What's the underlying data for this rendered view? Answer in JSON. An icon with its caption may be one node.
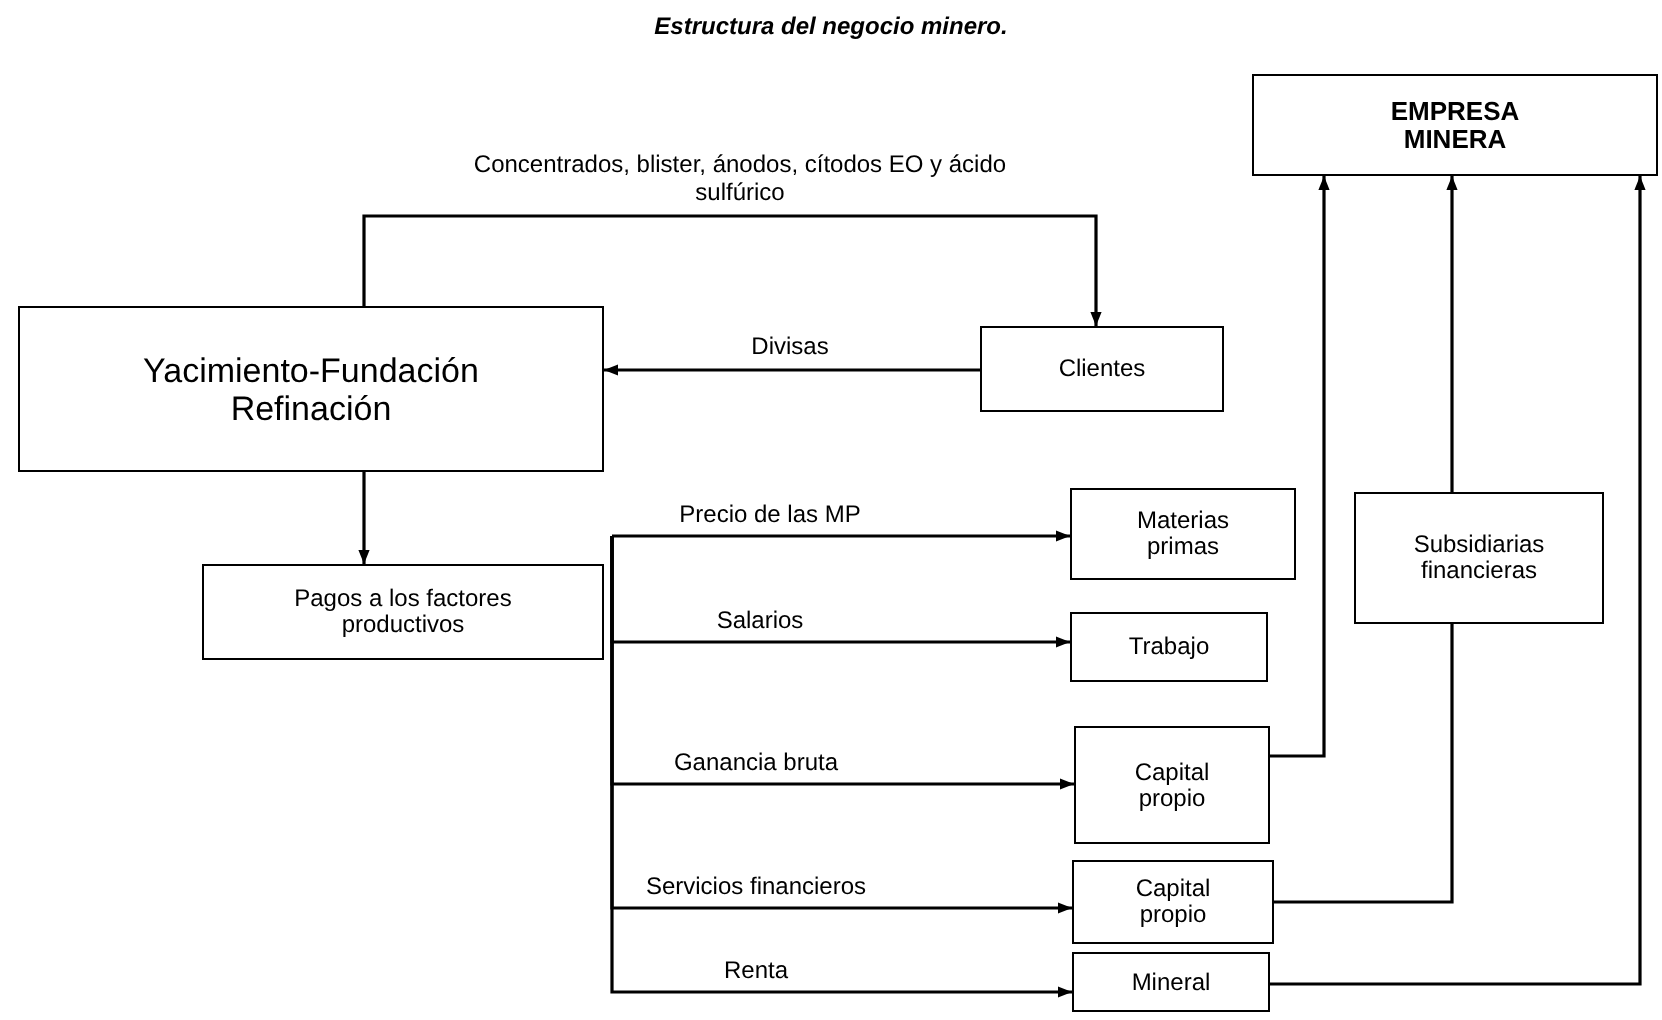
{
  "diagram": {
    "title": "Estructura del negocio minero.",
    "nodes": [
      {
        "text": [
          "EMPRESA MINERA"
        ]
      },
      {
        "text": [
          "Yacimiento-Fundación Refinación"
        ]
      },
      {
        "text": [
          "Clientes"
        ]
      },
      {
        "text": [
          "Pagos a los factores productivos"
        ]
      },
      {
        "text": [
          "Materias primas"
        ]
      },
      {
        "text": [
          "Subsidiarias financieras"
        ]
      },
      {
        "text": [
          "Trabajo"
        ]
      },
      {
        "text": [
          "Capital propio"
        ]
      },
      {
        "text": [
          "Capital propio"
        ]
      },
      {
        "text": [
          "Mineral"
        ]
      }
    ],
    "edges": [
      {
        "from": 1,
        "to": 2,
        "arrow": "to",
        "label": "Concentrados, blister, ánodos, cítodos EO y ácido sulfúrico"
      },
      {
        "from": 2,
        "to": 1,
        "arrow": "to",
        "label": "Divisas"
      },
      {
        "from": 1,
        "to": 3,
        "arrow": "to"
      },
      {
        "from": null,
        "to": 4,
        "arrow": "to",
        "label": "Precio de las MP"
      },
      {
        "from": null,
        "to": 6,
        "arrow": "to",
        "label": "Salarios"
      },
      {
        "from": null,
        "to": 7,
        "arrow": "to",
        "label": "Ganancia bruta"
      },
      {
        "from": null,
        "to": 8,
        "arrow": "to",
        "label": "Servicios financieros"
      },
      {
        "from": null,
        "to": 9,
        "arrow": "to",
        "label": "Renta"
      },
      {
        "from": 7,
        "to": 0,
        "arrow": "to"
      },
      {
        "from": 5,
        "to": 0,
        "arrow": "to"
      },
      {
        "from": 8,
        "to": 5,
        "arrow": "none"
      },
      {
        "from": 9,
        "to": 0,
        "arrow": "to"
      }
    ]
  }
}
